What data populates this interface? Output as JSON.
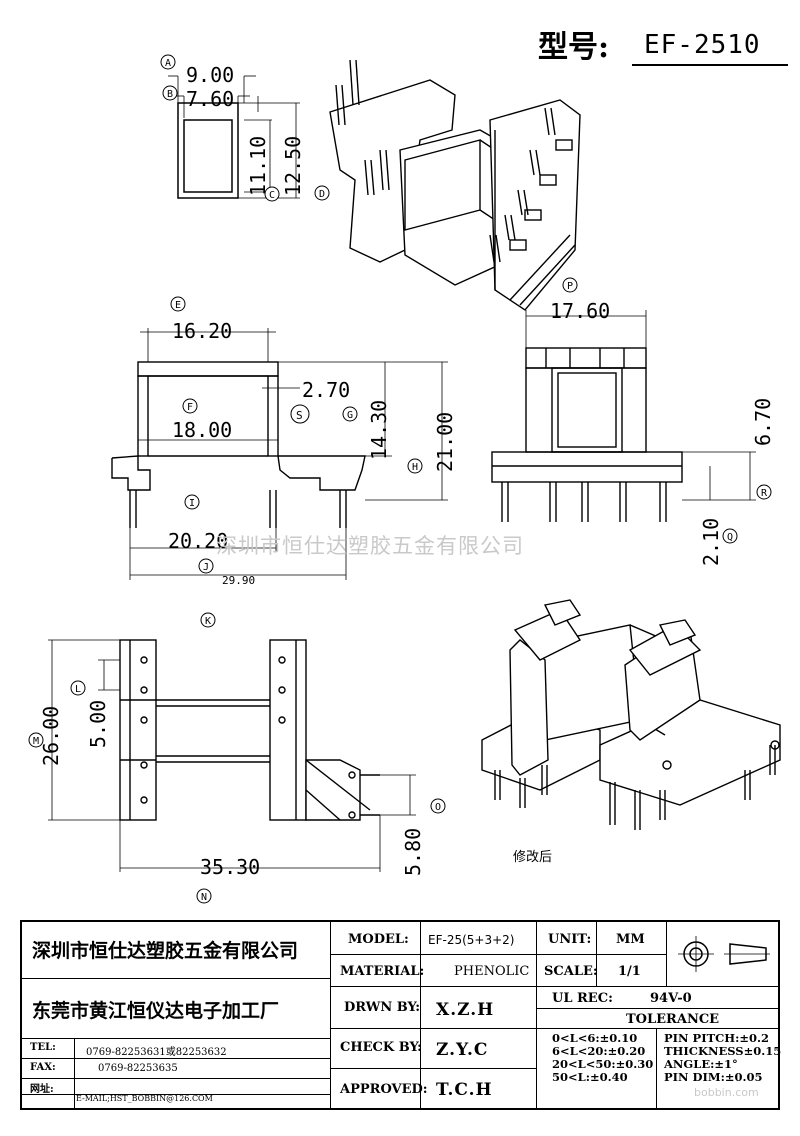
{
  "header": {
    "model_label": "型号:",
    "model_value": "EF-2510"
  },
  "dimensions": {
    "top_view": {
      "A": "9.00",
      "B": "7.60",
      "C_inner": "11.10",
      "C_outer": "12.50"
    },
    "front_view": {
      "top_width": "16.20",
      "window": "18.00",
      "flange": "2.70",
      "inner_height": "14.30",
      "total_height": "21.00",
      "pin_span": "20.20",
      "base_width": "29.90"
    },
    "side_view": {
      "width": "17.60",
      "flange_height": "6.70",
      "pin_offset": "2.10"
    },
    "bottom_view": {
      "pitch": "5.00",
      "depth": "26.00",
      "length": "35.30",
      "pin_gap": "5.80"
    }
  },
  "callouts": [
    "A",
    "B",
    "C",
    "D",
    "E",
    "F",
    "S",
    "G",
    "H",
    "I",
    "J",
    "P",
    "R",
    "Q",
    "K",
    "L",
    "M",
    "O",
    "N"
  ],
  "revised_note": "修改后",
  "watermark": "深圳市恒仕达塑胶五金有限公司",
  "watermark_url": "bobbin.com",
  "title_block": {
    "company_1": "深圳市恒仕达塑胶五金有限公司",
    "company_2": "东莞市黄江恒仪达电子加工厂",
    "tel_label": "TEL:",
    "tel_value": "0769-82253631或82253632",
    "fax_label": "FAX:",
    "fax_value": "0769-82253635",
    "web_label": "网址:",
    "email_value": "E-MAIL;HST_BOBBIN@126.COM",
    "model_label": "MODEL:",
    "model_value": "EF-25(5+3+2)",
    "material_label": "MATERIAL:",
    "material_value": "PHENOLIC",
    "drawn_label": "DRWN BY:",
    "drawn_value": "X.Z.H",
    "check_label": "CHECK BY:",
    "check_value": "Z.Y.C",
    "approved_label": "APPROVED:",
    "approved_value": "T.C.H",
    "unit_label": "UNIT:",
    "unit_value": "MM",
    "scale_label": "SCALE:",
    "scale_value": "1/1",
    "ul_label": "UL REC:",
    "ul_value": "94V-0",
    "tolerance_label": "TOLERANCE",
    "tol_lines": [
      "0<L<6:±0.10",
      "6<L<20:±0.20",
      "20<L<50:±0.30",
      "50<L:±0.40"
    ],
    "spec_lines": [
      "PIN PITCH:±0.2",
      "THICKNESS±0.15",
      "ANGLE:±1°",
      "PIN DIM:±0.05"
    ]
  }
}
